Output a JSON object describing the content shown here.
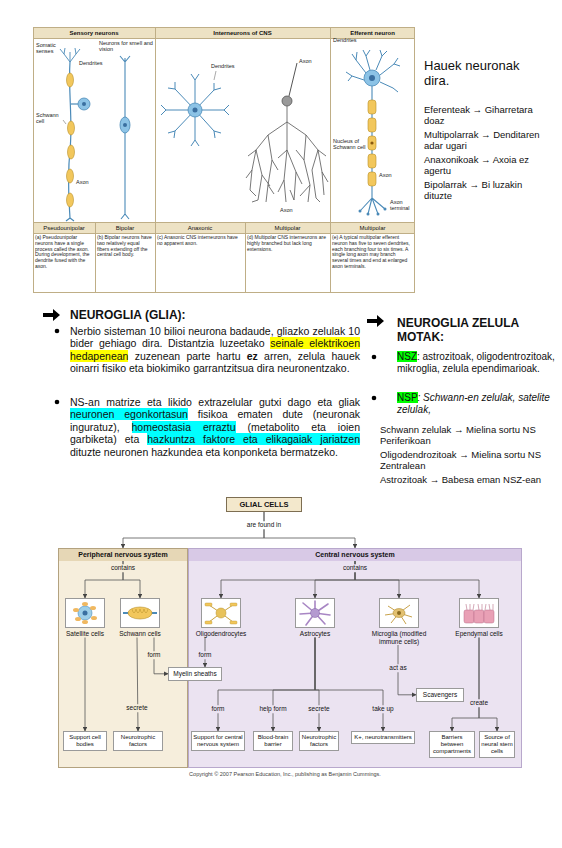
{
  "diagram": {
    "caption": "Copyright © 2007 Pearson Education, Inc., publishing as Benjamin Cummings.",
    "nodes": [
      {
        "text": [
          "GLIAL CELLS"
        ]
      },
      {
        "text": [
          "Peripheral nervous system"
        ]
      },
      {
        "text": [
          "Satellite cells"
        ],
        "in": 1
      },
      {
        "text": [
          "Schwann cells"
        ],
        "in": 1
      },
      {
        "text": [
          "Support cell bodies"
        ],
        "in": 1
      },
      {
        "text": [
          "Neurotrophic factors"
        ],
        "in": 1
      },
      {
        "text": [
          "Central nervous system"
        ]
      },
      {
        "text": [
          "Oligodendrocytes"
        ],
        "in": 6
      },
      {
        "text": [
          "Astrocytes"
        ],
        "in": 6
      },
      {
        "text": [
          "Microglia (modified immune cells)"
        ],
        "in": 6
      },
      {
        "text": [
          "Ependymal cells"
        ],
        "in": 6
      },
      {
        "text": [
          "Myelin sheaths"
        ]
      },
      {
        "text": [
          "Scavengers"
        ],
        "in": 6
      },
      {
        "text": [
          "Support for central nervous system"
        ],
        "in": 6
      },
      {
        "text": [
          "Blood-brain barrier"
        ],
        "in": 6
      },
      {
        "text": [
          "Neurotrophic factors"
        ],
        "in": 6
      },
      {
        "text": [
          "K+, neurotransmitters"
        ],
        "in": 6
      },
      {
        "text": [
          "Barriers between compartments"
        ],
        "in": 6
      },
      {
        "text": [
          "Source of neural stem cells"
        ],
        "in": 6
      }
    ],
    "edges": [
      {
        "from": 0,
        "to": 1,
        "arrow": "to",
        "label": "are found in"
      },
      {
        "from": 0,
        "to": 6,
        "arrow": "to"
      },
      {
        "from": 1,
        "to": 2,
        "arrow": "to",
        "label": "contains"
      },
      {
        "from": 1,
        "to": 3,
        "arrow": "to"
      },
      {
        "from": 6,
        "to": 7,
        "arrow": "to",
        "label": "contains"
      },
      {
        "from": 6,
        "to": 8,
        "arrow": "to"
      },
      {
        "from": 6,
        "to": 9,
        "arrow": "to"
      },
      {
        "from": 6,
        "to": 10,
        "arrow": "to"
      },
      {
        "from": 2,
        "to": 4,
        "arrow": "to"
      },
      {
        "from": 3,
        "to": 11,
        "arrow": "to",
        "label": "form"
      },
      {
        "from": 3,
        "to": 5,
        "arrow": "to",
        "label": "secrete"
      },
      {
        "from": 7,
        "to": 11,
        "arrow": "to",
        "label": "form"
      },
      {
        "from": 8,
        "to": 13,
        "arrow": "to",
        "label": "form"
      },
      {
        "from": 8,
        "to": 14,
        "arrow": "to",
        "label": "help form"
      },
      {
        "from": 8,
        "to": 15,
        "arrow": "to",
        "label": "secrete"
      },
      {
        "from": 8,
        "to": 16,
        "arrow": "to",
        "label": "take up"
      },
      {
        "from": 9,
        "to": 12,
        "arrow": "to",
        "label": "act as"
      },
      {
        "from": 10,
        "to": 17,
        "arrow": "to",
        "label": "create"
      },
      {
        "from": 10,
        "to": 18,
        "arrow": "to"
      }
    ],
    "labels": [
      "Sensory neurons",
      "Interneurons of CNS",
      "Efferent neuron",
      "Somatic senses",
      "Neurons for smell and vision",
      "Dendrites",
      "Schwann cell",
      "Axon",
      "Dendrites",
      "Axon",
      "Axon",
      "Dendrites",
      "Nucleus of Schwann cell",
      "Axon",
      "Axon terminal",
      "Pseudounipolar",
      "Bipolar",
      "Anaxonic",
      "Multipolar",
      "Multipolar",
      "(a) Pseudounipolar neurons have a single process called the axon. During development, the dendrite fused with the axon.",
      "(b) Bipolar neurons have two relatively equal fibers extending off the central cell body.",
      "(c) Anaxonic CNS interneurons have no apparent axon.",
      "(d) Multipolar CNS interneurons are highly branched but lack long extensions.",
      "(e) A typical multipolar efferent neuron has five to seven dendrites, each branching four to six times. A single long axon may branch several times and end at enlarged axon terminals.",
      "Hauek neuronak dira.",
      "Eferenteak → Giharretara doaz",
      "Multipolarrak → Denditaren adar ugari",
      "Anaxonikoak → Axoia ez agertu",
      "Bipolarrak → Bi luzakin dituzte",
      "NEUROGLIA (GLIA):",
      "Nerbio sisteman 10 bilioi neurona badaude, gliazko zelulak 10 bider gehiago dira. Distantzia luzeetako",
      "seinale elektrikoen hedapenean",
      "zuzenean parte hartu",
      "ez",
      "arren, zelula hauek oinarri fisiko eta biokimiko garrantzitsua dira neuronentzako.",
      "NS-an matrize eta likido extrazelular gutxi dago eta gliak",
      "neuronen egonkortasun",
      "fisikoa ematen dute (neuronak inguratuz),",
      "homeostasia erraztu",
      "(metabolito eta ioien garbiketa) eta",
      "hazkuntza faktore eta elikagaiak jariatzen",
      "dituzte neuronen hazkundea eta konponketa bermatzeko.",
      "NEUROGLIA ZELULA MOTAK:",
      "NSZ",
      ": astrozitoak, oligodentrozitoak, mikroglia, zelula ependimarioak.",
      "NSP",
      ": Schwann-en zelulak, satelite zelulak,",
      "Schwann zelulak → Mielina sortu NS Periferikoan",
      "Oligodendrozitoak → Mielina sortu NS Zentralean",
      "Astrozitoak → Babesa eman NSZ-ean"
    ]
  }
}
